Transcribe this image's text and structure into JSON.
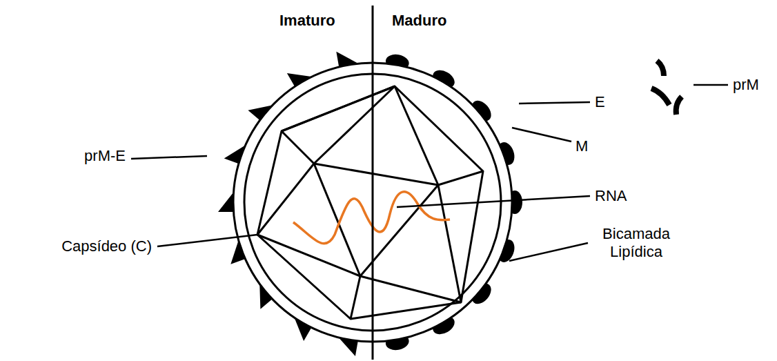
{
  "diagram": {
    "labels": [
      "Imaturo",
      "Maduro",
      "prM-E",
      "E",
      "prM",
      "M",
      "RNA",
      "Capsídeo (C)",
      "Bicamada Lipídica"
    ]
  }
}
